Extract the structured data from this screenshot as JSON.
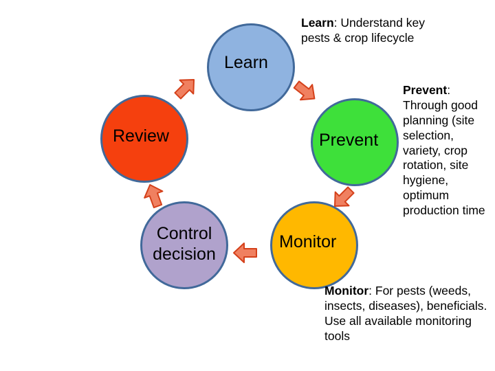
{
  "nodes": {
    "learn": {
      "label": "Learn",
      "color": "#8fb3e0"
    },
    "prevent": {
      "label": "Prevent",
      "color": "#3ee03a"
    },
    "monitor": {
      "label": "Monitor",
      "color": "#ffb800"
    },
    "control": {
      "label": "Control\ndecision",
      "color": "#b0a2cc"
    },
    "review": {
      "label": "Review",
      "color": "#f5400e"
    }
  },
  "notes": {
    "learn": {
      "title": "Learn",
      "text": ": Understand key pests & crop lifecycle"
    },
    "prevent": {
      "title": "Prevent",
      "text": ": Through good planning (site selection, variety, crop rotation, site hygiene, optimum production time"
    },
    "monitor": {
      "title": "Monitor",
      "text": ": For pests (weeds, insects, diseases), beneficials. Use all available monitoring tools"
    }
  },
  "arrow_style": {
    "fill": "#f08060",
    "stroke": "#d4401a"
  }
}
